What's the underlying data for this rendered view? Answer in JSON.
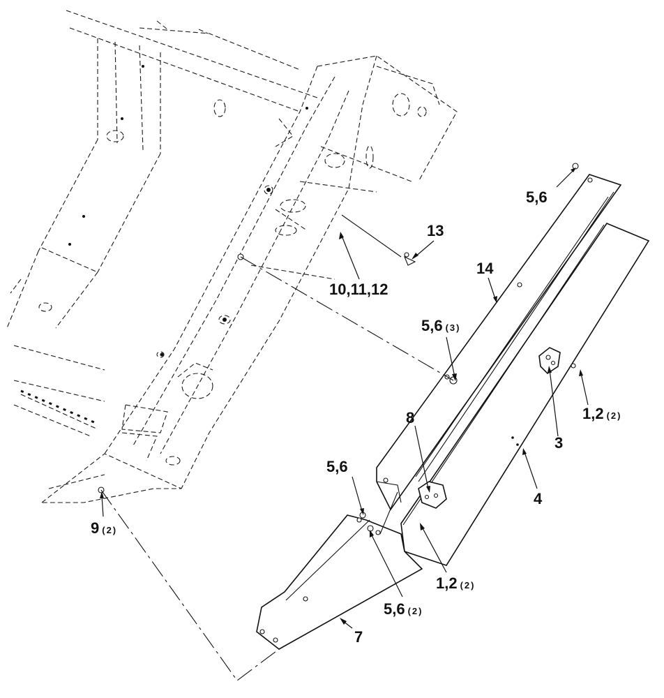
{
  "callouts": [
    {
      "id": "c-5-6-top",
      "text": "5,6",
      "qty": ""
    },
    {
      "id": "c-13",
      "text": "13",
      "qty": ""
    },
    {
      "id": "c-14",
      "text": "14",
      "qty": ""
    },
    {
      "id": "c-10-11-12",
      "text": "10,11,12",
      "qty": ""
    },
    {
      "id": "c-5-6-3",
      "text": "5,6",
      "qty": "(3)"
    },
    {
      "id": "c-1-2-right",
      "text": "1,2",
      "qty": "(2)"
    },
    {
      "id": "c-8",
      "text": "8",
      "qty": ""
    },
    {
      "id": "c-3",
      "text": "3",
      "qty": ""
    },
    {
      "id": "c-4",
      "text": "4",
      "qty": ""
    },
    {
      "id": "c-5-6-mid",
      "text": "5,6",
      "qty": ""
    },
    {
      "id": "c-9-2",
      "text": "9",
      "qty": "(2)"
    },
    {
      "id": "c-1-2-low",
      "text": "1,2",
      "qty": "(2)"
    },
    {
      "id": "c-5-6-2",
      "text": "5,6",
      "qty": "(2)"
    },
    {
      "id": "c-7",
      "text": "7",
      "qty": ""
    }
  ]
}
